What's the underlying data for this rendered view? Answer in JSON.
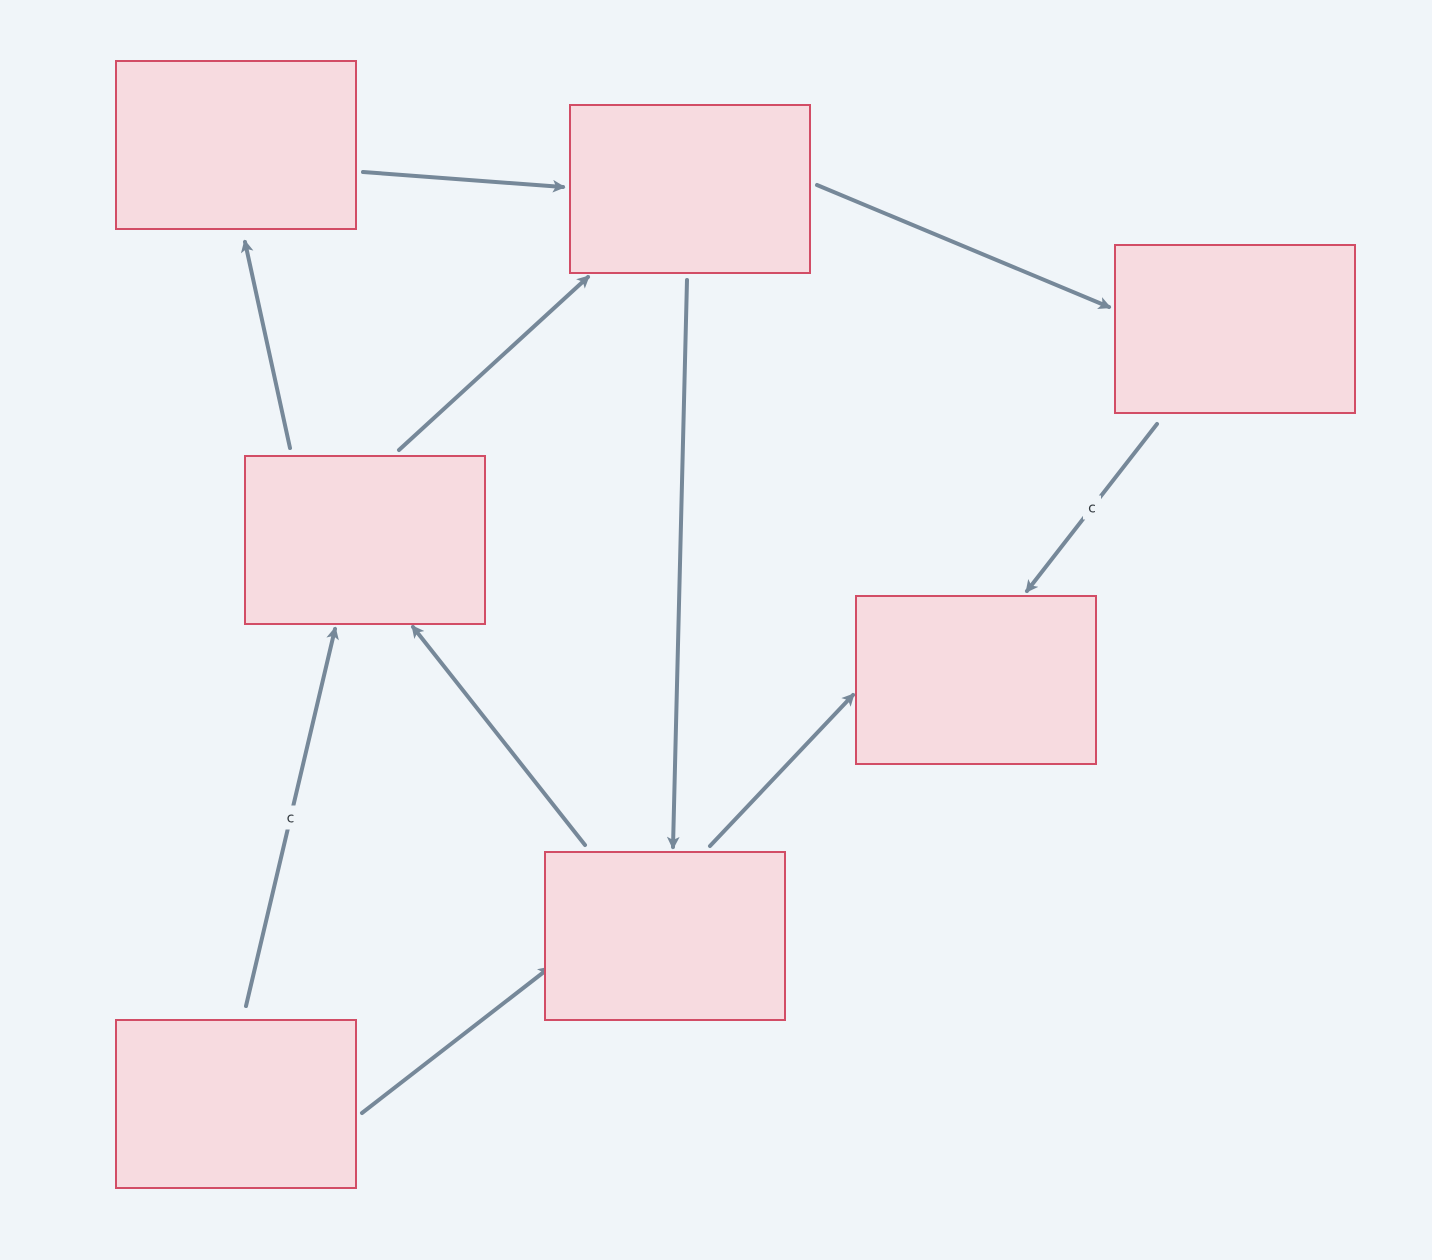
{
  "diagram": {
    "type": "directed-graph",
    "colors": {
      "background": "#f0f5f9",
      "node_fill": "#f7dbe0",
      "node_stroke": "#d24d66",
      "edge": "#768899",
      "label": "#333a40"
    },
    "nodes": [
      {
        "id": "n1",
        "label": ""
      },
      {
        "id": "n2",
        "label": ""
      },
      {
        "id": "n3",
        "label": ""
      },
      {
        "id": "n4",
        "label": ""
      },
      {
        "id": "n5",
        "label": ""
      },
      {
        "id": "n6",
        "label": ""
      },
      {
        "id": "n7",
        "label": ""
      }
    ],
    "edges": [
      {
        "from": "n1",
        "to": "n2",
        "label": ""
      },
      {
        "from": "n2",
        "to": "n3",
        "label": ""
      },
      {
        "from": "n4",
        "to": "n1",
        "label": ""
      },
      {
        "from": "n4",
        "to": "n2",
        "label": ""
      },
      {
        "from": "n2",
        "to": "n6",
        "label": ""
      },
      {
        "from": "n3",
        "to": "n5",
        "label": "c"
      },
      {
        "from": "n6",
        "to": "n4",
        "label": ""
      },
      {
        "from": "n6",
        "to": "n5",
        "label": ""
      },
      {
        "from": "n7",
        "to": "n4",
        "label": "c"
      },
      {
        "from": "n7",
        "to": "n6",
        "label": ""
      }
    ]
  }
}
